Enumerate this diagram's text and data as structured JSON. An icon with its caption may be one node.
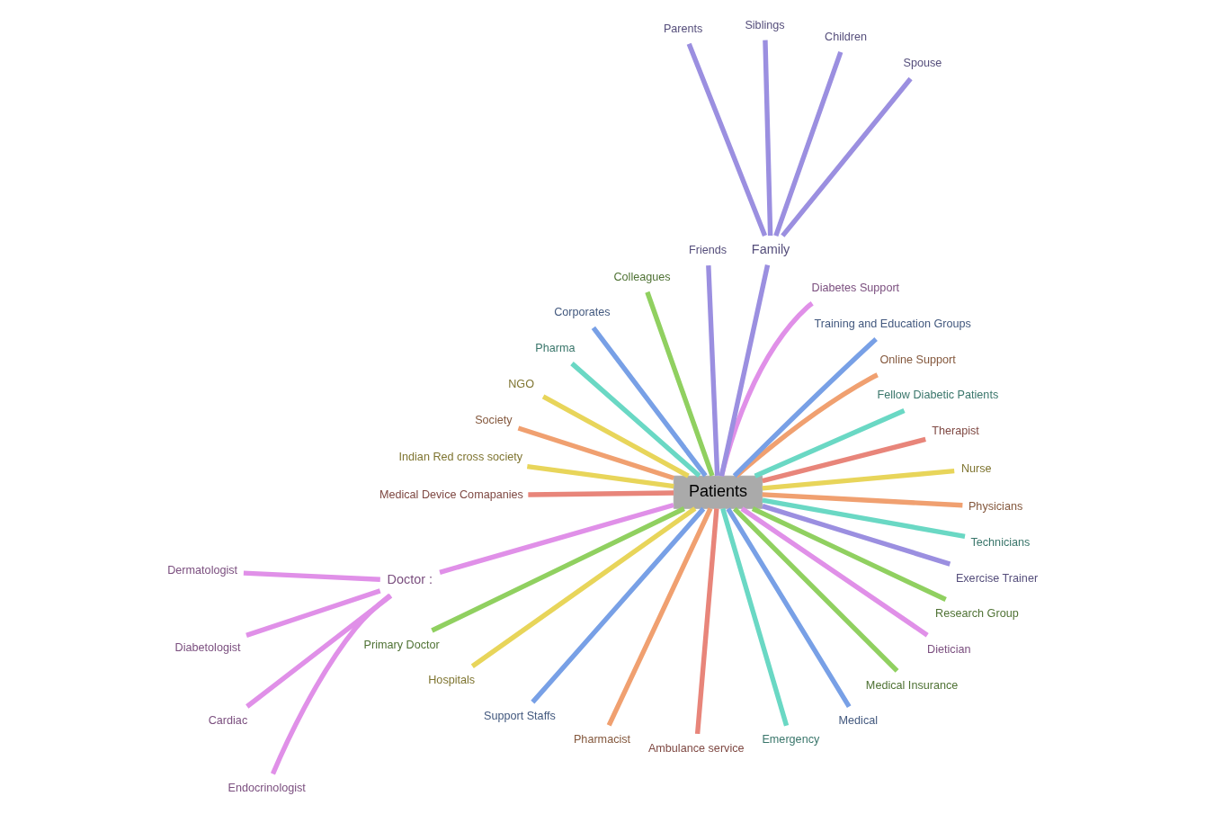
{
  "diagram": {
    "nodes": [
      {
        "text": [
          "Patients"
        ]
      },
      {
        "text": [
          "Nurse"
        ]
      },
      {
        "text": [
          "Therapist"
        ]
      },
      {
        "text": [
          "Fellow Diabetic Patients"
        ]
      },
      {
        "text": [
          "Online Support"
        ]
      },
      {
        "text": [
          "Training and Education Groups"
        ]
      },
      {
        "text": [
          "Diabetes Support"
        ]
      },
      {
        "text": [
          "Family"
        ]
      },
      {
        "text": [
          "Spouse"
        ]
      },
      {
        "text": [
          "Children"
        ]
      },
      {
        "text": [
          "Siblings"
        ]
      },
      {
        "text": [
          "Parents"
        ]
      },
      {
        "text": [
          "Friends"
        ]
      },
      {
        "text": [
          "Colleagues"
        ]
      },
      {
        "text": [
          "Corporates"
        ]
      },
      {
        "text": [
          "Pharma"
        ]
      },
      {
        "text": [
          "NGO"
        ]
      },
      {
        "text": [
          "Society"
        ]
      },
      {
        "text": [
          "Indian Red cross society"
        ]
      },
      {
        "text": [
          "Medical Device Comapanies"
        ]
      },
      {
        "text": [
          "Doctor :"
        ]
      },
      {
        "text": [
          "Dermatologist"
        ]
      },
      {
        "text": [
          "Diabetologist"
        ]
      },
      {
        "text": [
          "Cardiac"
        ]
      },
      {
        "text": [
          "Endocrinologist"
        ]
      },
      {
        "text": [
          "Primary Doctor"
        ]
      },
      {
        "text": [
          "Hospitals"
        ]
      },
      {
        "text": [
          "Support Staffs"
        ]
      },
      {
        "text": [
          "Pharmacist"
        ]
      },
      {
        "text": [
          "Ambulance service"
        ]
      },
      {
        "text": [
          "Emergency"
        ]
      },
      {
        "text": [
          "Medical"
        ]
      },
      {
        "text": [
          "Medical Insurance"
        ]
      },
      {
        "text": [
          "Dietician"
        ]
      },
      {
        "text": [
          "Research Group"
        ]
      },
      {
        "text": [
          "Exercise Trainer"
        ]
      },
      {
        "text": [
          "Technicians"
        ]
      },
      {
        "text": [
          "Physicians"
        ]
      }
    ],
    "edges": [
      {
        "from": 0,
        "to": 1,
        "arrow": "none",
        "color": "#e8d55a"
      },
      {
        "from": 0,
        "to": 2,
        "arrow": "none",
        "color": "#e8857a"
      },
      {
        "from": 0,
        "to": 3,
        "arrow": "none",
        "color": "#6ad8c4"
      },
      {
        "from": 0,
        "to": 4,
        "arrow": "none",
        "color": "#f0a070"
      },
      {
        "from": 0,
        "to": 5,
        "arrow": "none",
        "color": "#78a0e6"
      },
      {
        "from": 0,
        "to": 6,
        "arrow": "none",
        "color": "#e090e8"
      },
      {
        "from": 0,
        "to": 7,
        "arrow": "none",
        "color": "#9b8fe0"
      },
      {
        "from": 7,
        "to": 8,
        "arrow": "none",
        "color": "#9b8fe0"
      },
      {
        "from": 7,
        "to": 9,
        "arrow": "none",
        "color": "#9b8fe0"
      },
      {
        "from": 7,
        "to": 10,
        "arrow": "none",
        "color": "#9b8fe0"
      },
      {
        "from": 7,
        "to": 11,
        "arrow": "none",
        "color": "#9b8fe0"
      },
      {
        "from": 0,
        "to": 12,
        "arrow": "none",
        "color": "#9b8fe0"
      },
      {
        "from": 0,
        "to": 13,
        "arrow": "none",
        "color": "#90d060"
      },
      {
        "from": 0,
        "to": 14,
        "arrow": "none",
        "color": "#78a0e6"
      },
      {
        "from": 0,
        "to": 15,
        "arrow": "none",
        "color": "#6ad8c4"
      },
      {
        "from": 0,
        "to": 16,
        "arrow": "none",
        "color": "#e8d55a"
      },
      {
        "from": 0,
        "to": 17,
        "arrow": "none",
        "color": "#f0a070"
      },
      {
        "from": 0,
        "to": 18,
        "arrow": "none",
        "color": "#e8d55a"
      },
      {
        "from": 0,
        "to": 19,
        "arrow": "none",
        "color": "#e8857a"
      },
      {
        "from": 0,
        "to": 20,
        "arrow": "none",
        "color": "#e090e8"
      },
      {
        "from": 20,
        "to": 21,
        "arrow": "none",
        "color": "#e090e8"
      },
      {
        "from": 20,
        "to": 22,
        "arrow": "none",
        "color": "#e090e8"
      },
      {
        "from": 20,
        "to": 23,
        "arrow": "none",
        "color": "#e090e8"
      },
      {
        "from": 20,
        "to": 24,
        "arrow": "none",
        "color": "#e090e8"
      },
      {
        "from": 0,
        "to": 25,
        "arrow": "none",
        "color": "#90d060"
      },
      {
        "from": 0,
        "to": 26,
        "arrow": "none",
        "color": "#e8d55a"
      },
      {
        "from": 0,
        "to": 27,
        "arrow": "none",
        "color": "#78a0e6"
      },
      {
        "from": 0,
        "to": 28,
        "arrow": "none",
        "color": "#f0a070"
      },
      {
        "from": 0,
        "to": 29,
        "arrow": "none",
        "color": "#e8857a"
      },
      {
        "from": 0,
        "to": 30,
        "arrow": "none",
        "color": "#6ad8c4"
      },
      {
        "from": 0,
        "to": 31,
        "arrow": "none",
        "color": "#78a0e6"
      },
      {
        "from": 0,
        "to": 32,
        "arrow": "none",
        "color": "#90d060"
      },
      {
        "from": 0,
        "to": 33,
        "arrow": "none",
        "color": "#e090e8"
      },
      {
        "from": 0,
        "to": 34,
        "arrow": "none",
        "color": "#90d060"
      },
      {
        "from": 0,
        "to": 35,
        "arrow": "none",
        "color": "#9b8fe0"
      },
      {
        "from": 0,
        "to": 36,
        "arrow": "none",
        "color": "#6ad8c4"
      },
      {
        "from": 0,
        "to": 37,
        "arrow": "none",
        "color": "#f0a070"
      }
    ]
  }
}
